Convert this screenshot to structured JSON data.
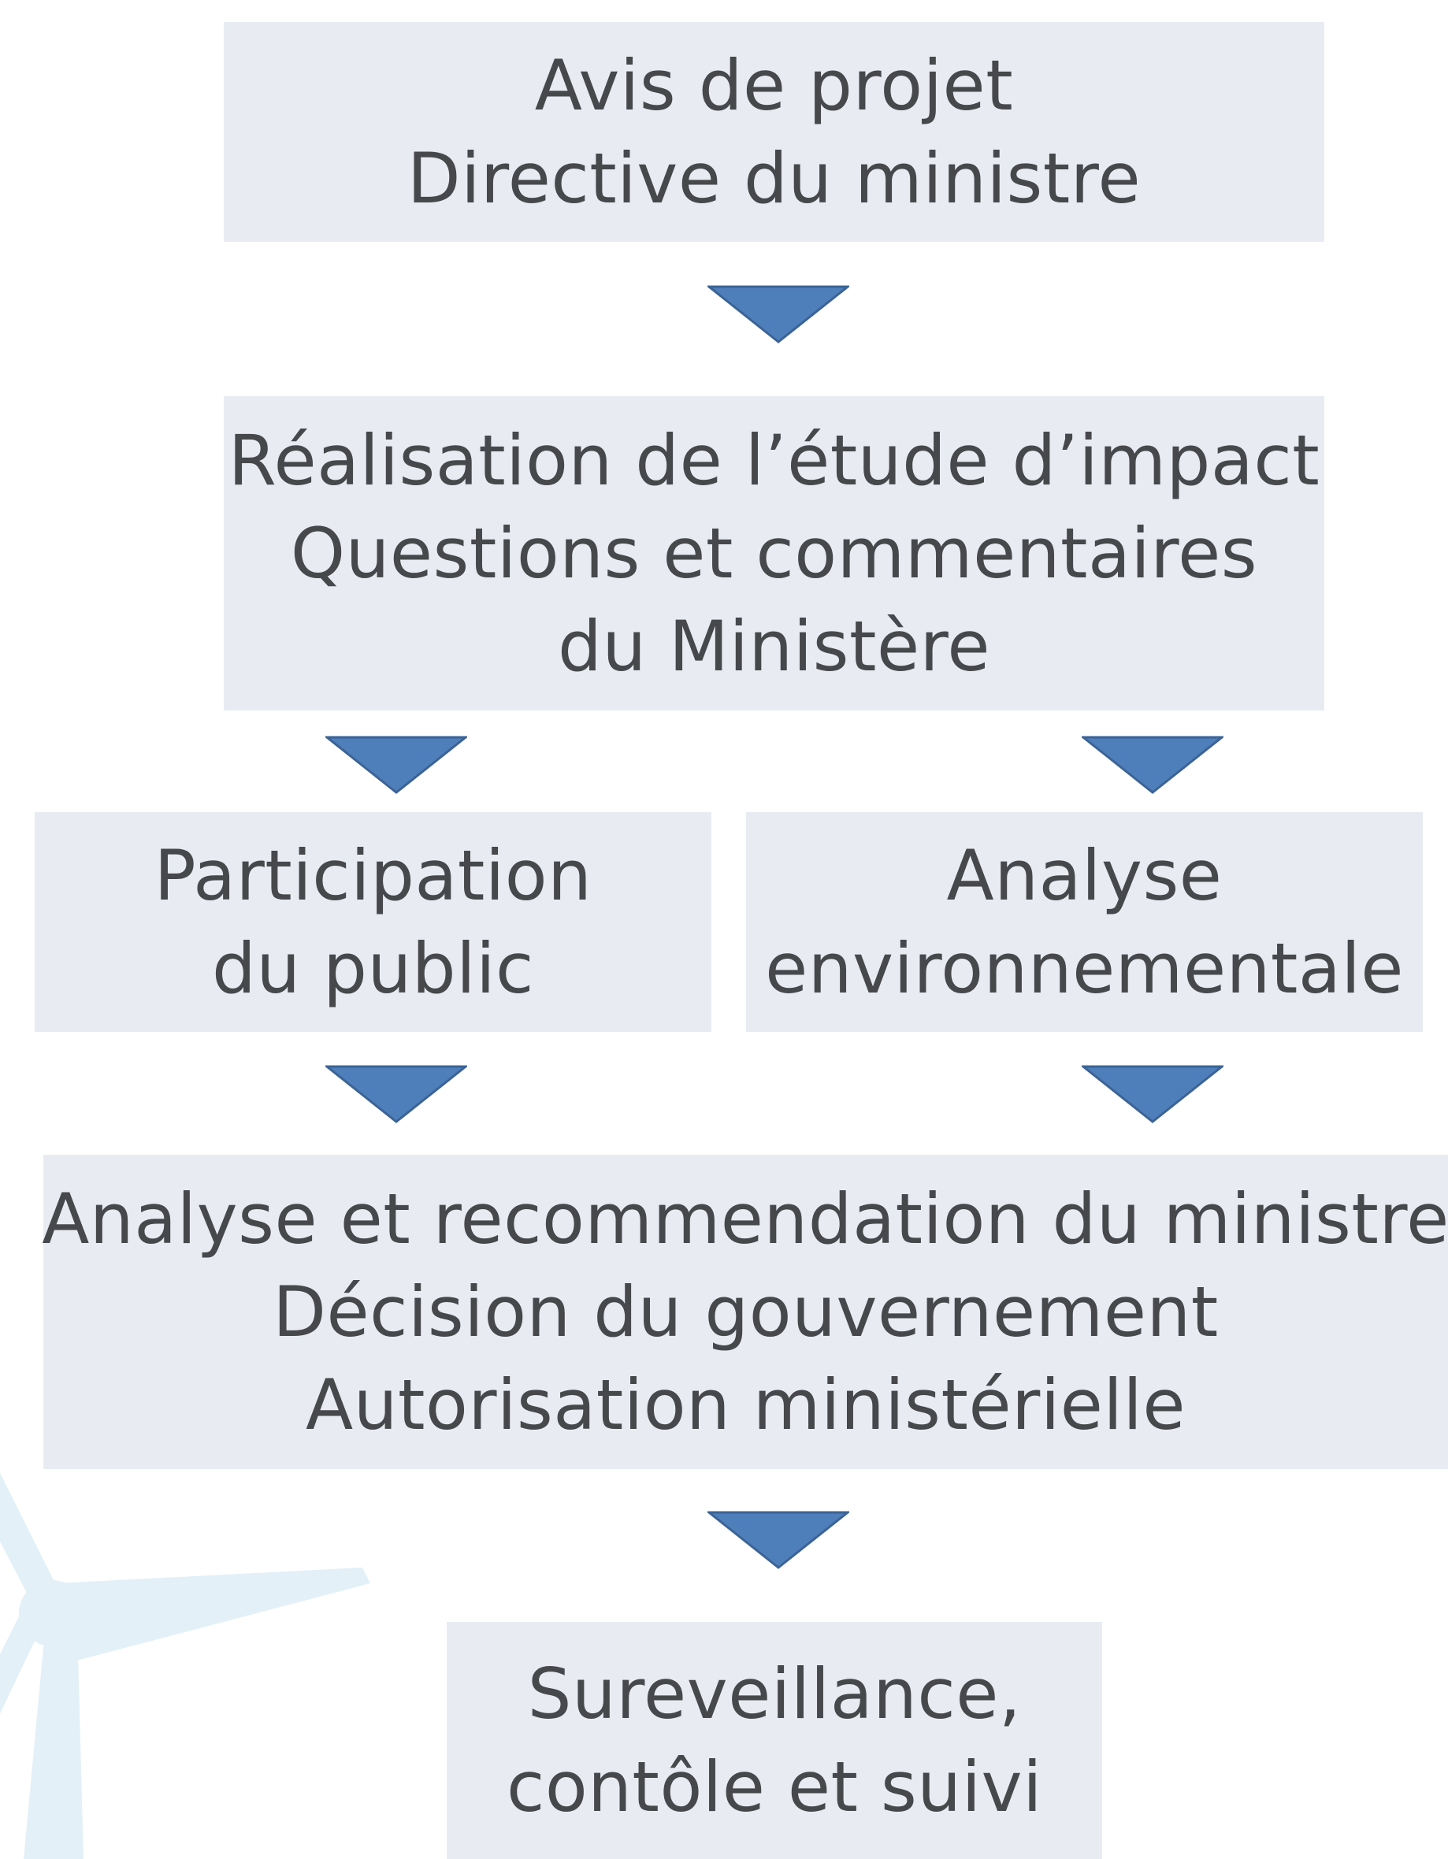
{
  "colors": {
    "box_fill": "#e8ecf2",
    "text": "#46484c",
    "arrow_fill": "#4f7fbb",
    "arrow_stroke": "#3b6395",
    "turbine": "#e3f0f8"
  },
  "steps": {
    "avis": {
      "line1": "Avis de projet",
      "line2": "Directive du ministre"
    },
    "etude": {
      "line1": "Réalisation de l’étude d’impact",
      "line2": "Questions et commentaires",
      "line3": "du Ministère"
    },
    "participation": {
      "line1": "Participation",
      "line2": "du public"
    },
    "analyse_env": {
      "line1": "Analyse",
      "line2": "environnementale"
    },
    "decision": {
      "line1": "Analyse et recommendation du ministre",
      "line2": "Décision du gouvernement",
      "line3": "Autorisation ministérielle"
    },
    "surveillance": {
      "line1": "Sureveillance,",
      "line2": "contôle et suivi"
    }
  },
  "decorations": {
    "background_icon": "wind-turbine-icon",
    "connector_icon": "down-triangle-arrow-icon"
  }
}
